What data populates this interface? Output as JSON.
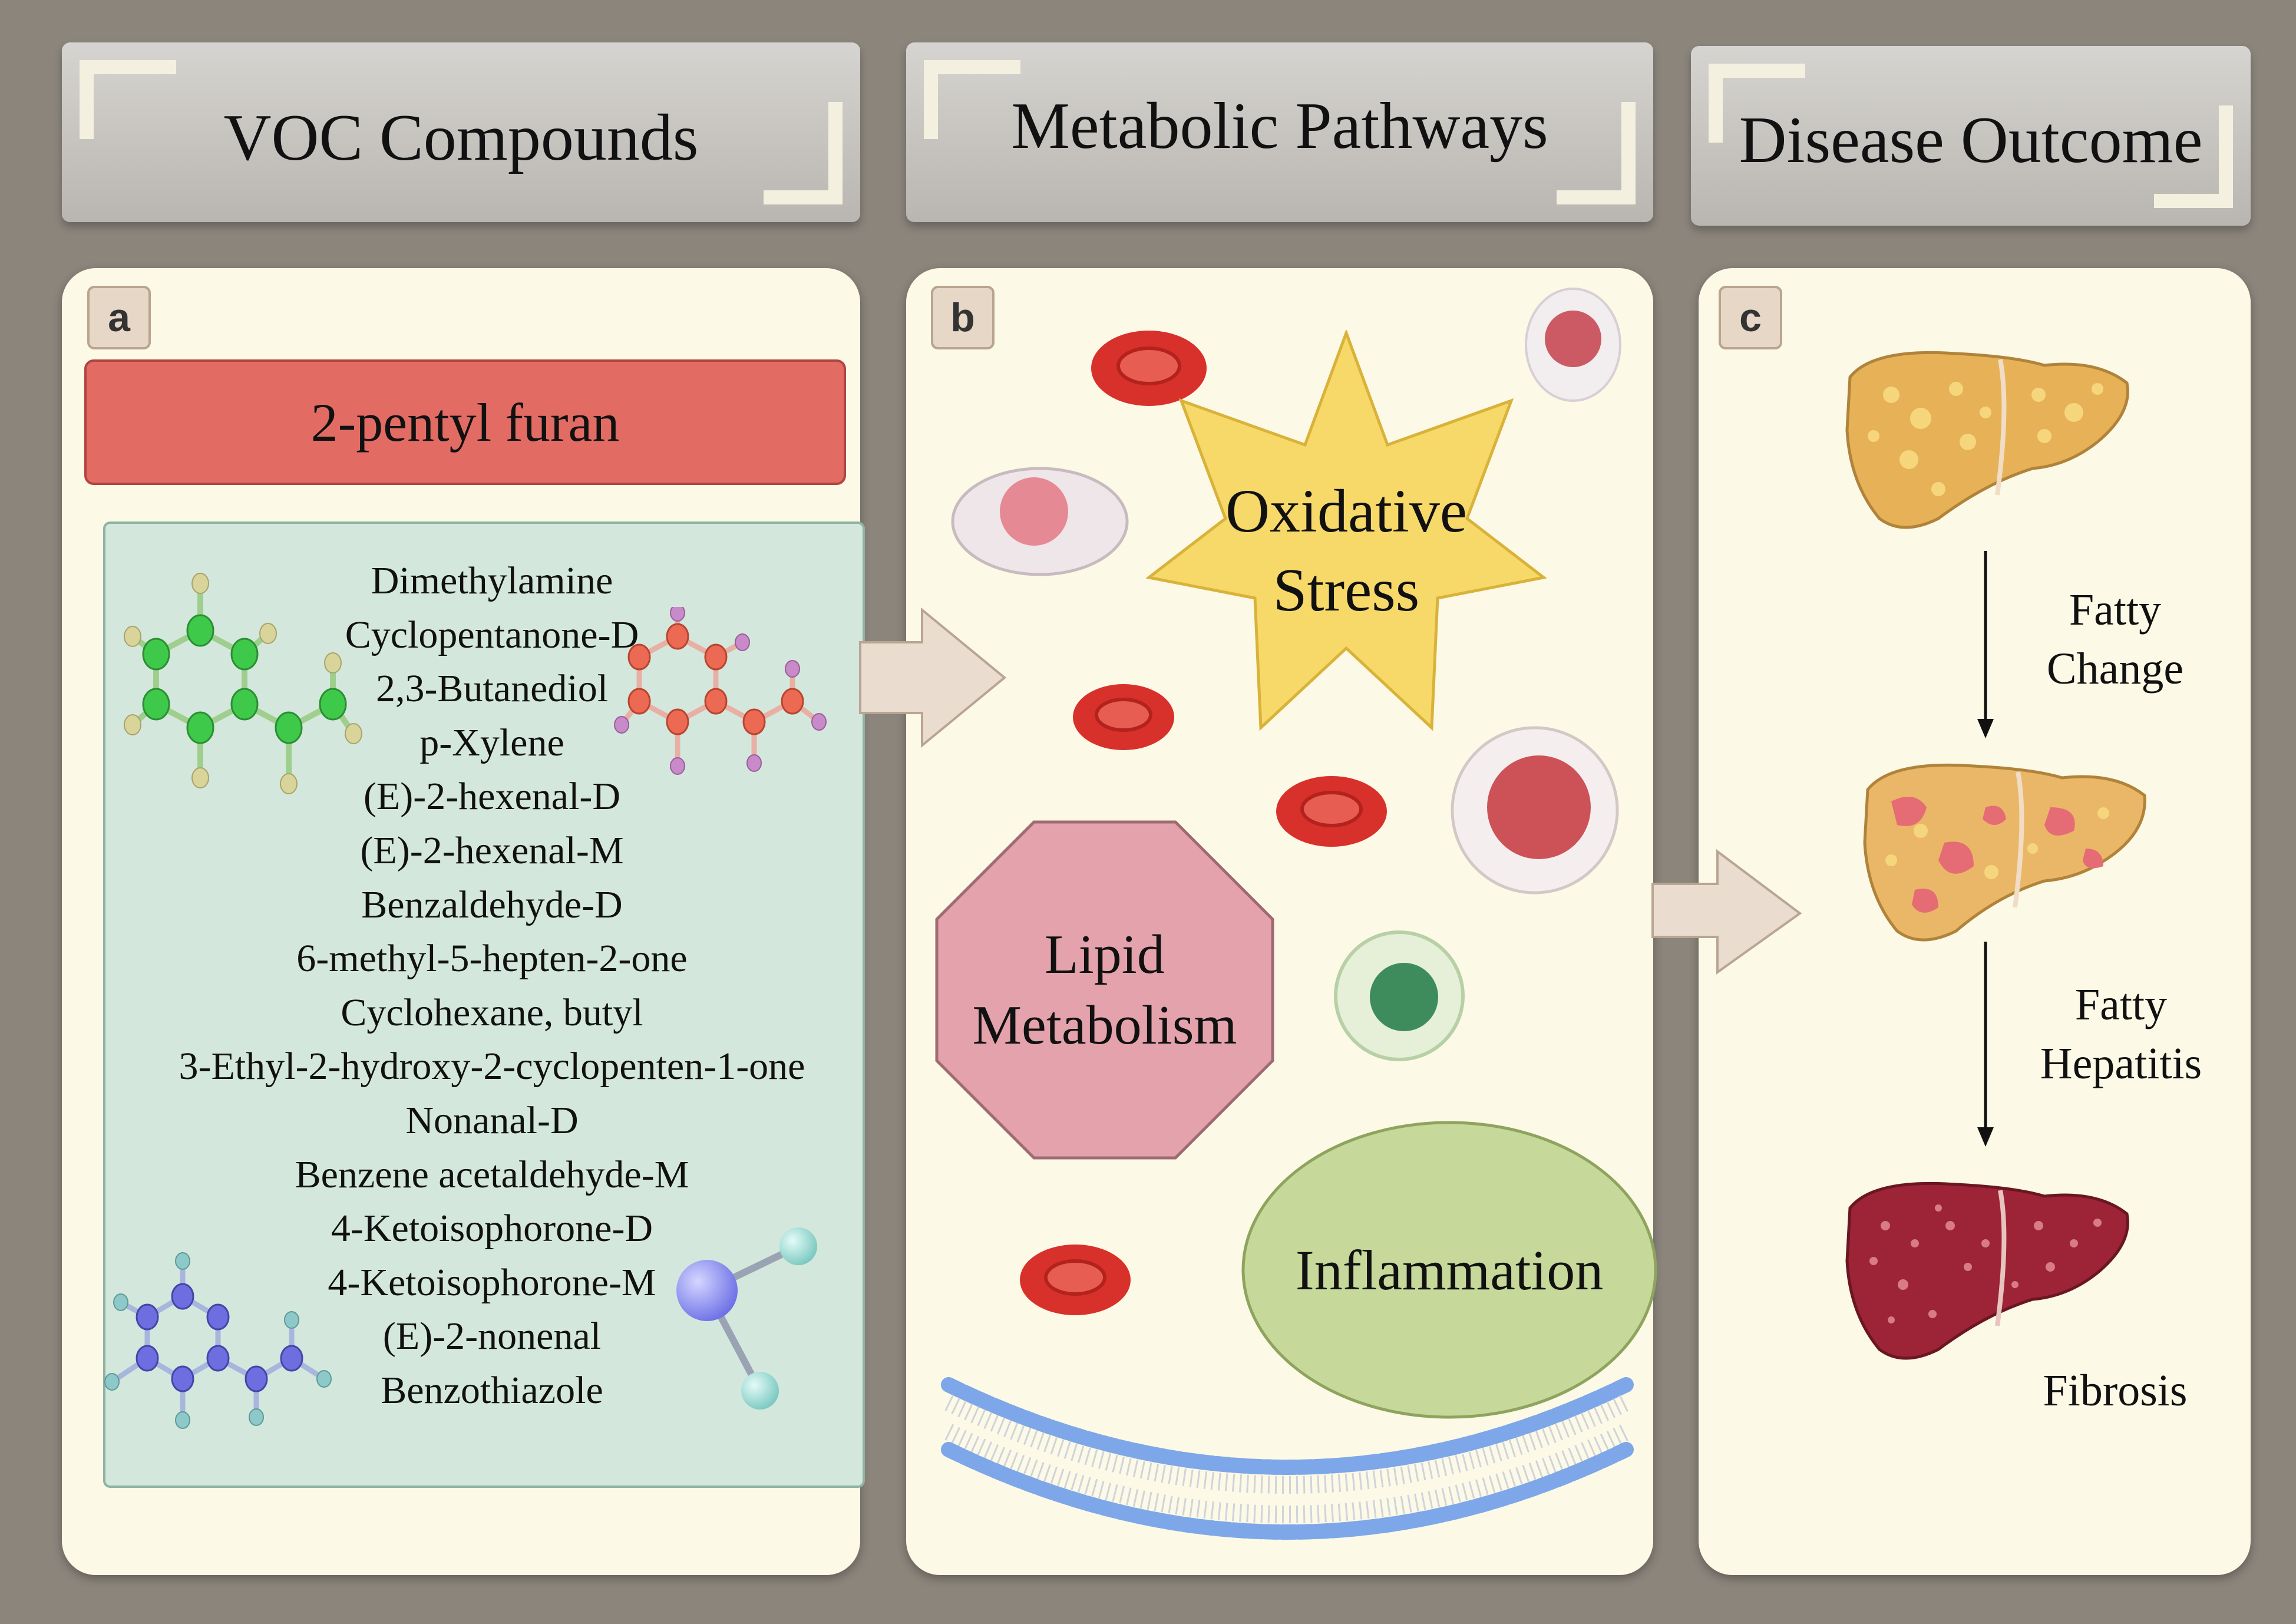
{
  "headers": {
    "voc": "VOC Compounds",
    "metabolic": "Metabolic Pathways",
    "disease": "Disease Outcome"
  },
  "panels": {
    "a": {
      "letter": "a",
      "highlight": "2-pentyl furan",
      "compounds": [
        "Dimethylamine",
        "Cyclopentanone-D",
        "2,3-Butanediol",
        "p-Xylene",
        "(E)-2-hexenal-D",
        "(E)-2-hexenal-M",
        "Benzaldehyde-D",
        "6-methyl-5-hepten-2-one",
        "Cyclohexane, butyl",
        "3-Ethyl-2-hydroxy-2-cyclopenten-1-one",
        "Nonanal-D",
        "Benzene acetaldehyde-M",
        "4-Ketoisophorone-D",
        "4-Ketoisophorone-M",
        "(E)-2-nonenal",
        "Benzothiazole"
      ]
    },
    "b": {
      "letter": "b",
      "oxidative_line1": "Oxidative",
      "oxidative_line2": "Stress",
      "lipid_line1": "Lipid",
      "lipid_line2": "Metabolism",
      "inflammation": "Inflammation"
    },
    "c": {
      "letter": "c",
      "fatty_change_line1": "Fatty",
      "fatty_change_line2": "Change",
      "fatty_hepatitis_line1": "Fatty",
      "fatty_hepatitis_line2": "Hepatitis",
      "fibrosis": "Fibrosis"
    }
  },
  "colors": {
    "background": "#8b857c",
    "panel": "#fcf9e6",
    "furan_box": "#e26c64",
    "voc_box": "#d4e7dc",
    "star": "#f7d96a",
    "octagon": "#e4a3ac",
    "ellipse": "#c6d89a",
    "arrow": "#ebdcd0"
  }
}
